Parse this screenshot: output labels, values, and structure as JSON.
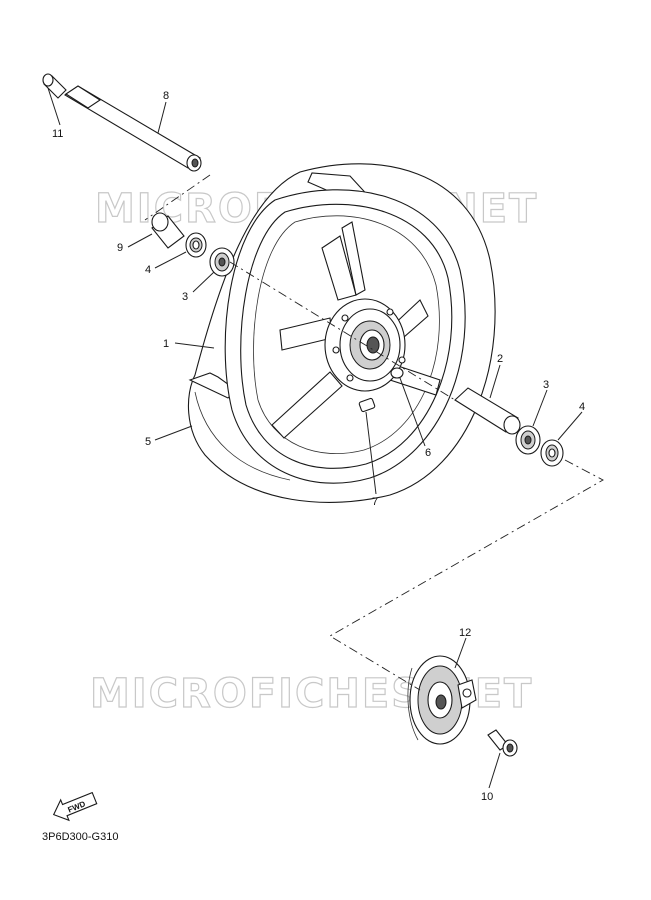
{
  "watermark": {
    "text": "MICROFICHES.NET"
  },
  "parts": [
    {
      "num": "1"
    },
    {
      "num": "2"
    },
    {
      "num": "3"
    },
    {
      "num": "3"
    },
    {
      "num": "4"
    },
    {
      "num": "4"
    },
    {
      "num": "5"
    },
    {
      "num": "6"
    },
    {
      "num": "7"
    },
    {
      "num": "8"
    },
    {
      "num": "9"
    },
    {
      "num": "10"
    },
    {
      "num": "11"
    },
    {
      "num": "12"
    }
  ],
  "fwd_label": "FWD",
  "diagram_code": "3P6D300-G310"
}
